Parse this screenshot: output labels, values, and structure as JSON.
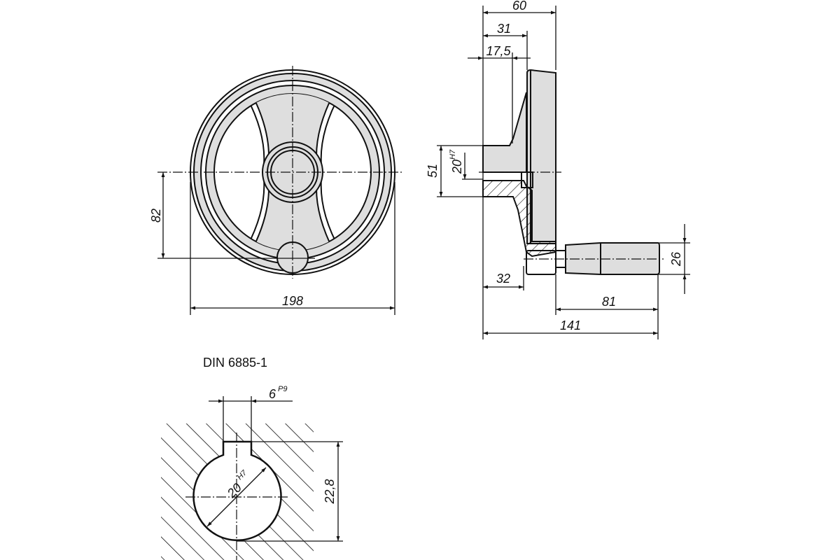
{
  "front_view": {
    "dim_height": "82",
    "dim_diameter": "198"
  },
  "side_view": {
    "dim_overall_depth": "60",
    "dim_hub_to_rim": "31",
    "dim_hub_length": "17,5",
    "dim_hub_diameter": "51",
    "dim_bore": "20",
    "dim_bore_tol": "H7",
    "dim_arm_offset": "32",
    "dim_handle_length": "81",
    "dim_total_length": "141",
    "dim_handle_diameter": "26"
  },
  "keyway_detail": {
    "title": "DIN 6885-1",
    "dim_key_width": "6",
    "dim_key_width_tol": "P9",
    "dim_bore": "20",
    "dim_bore_tol": "H7",
    "dim_key_depth": "22,8"
  },
  "colors": {
    "part_fill": "#dedede",
    "line": "#111111"
  }
}
